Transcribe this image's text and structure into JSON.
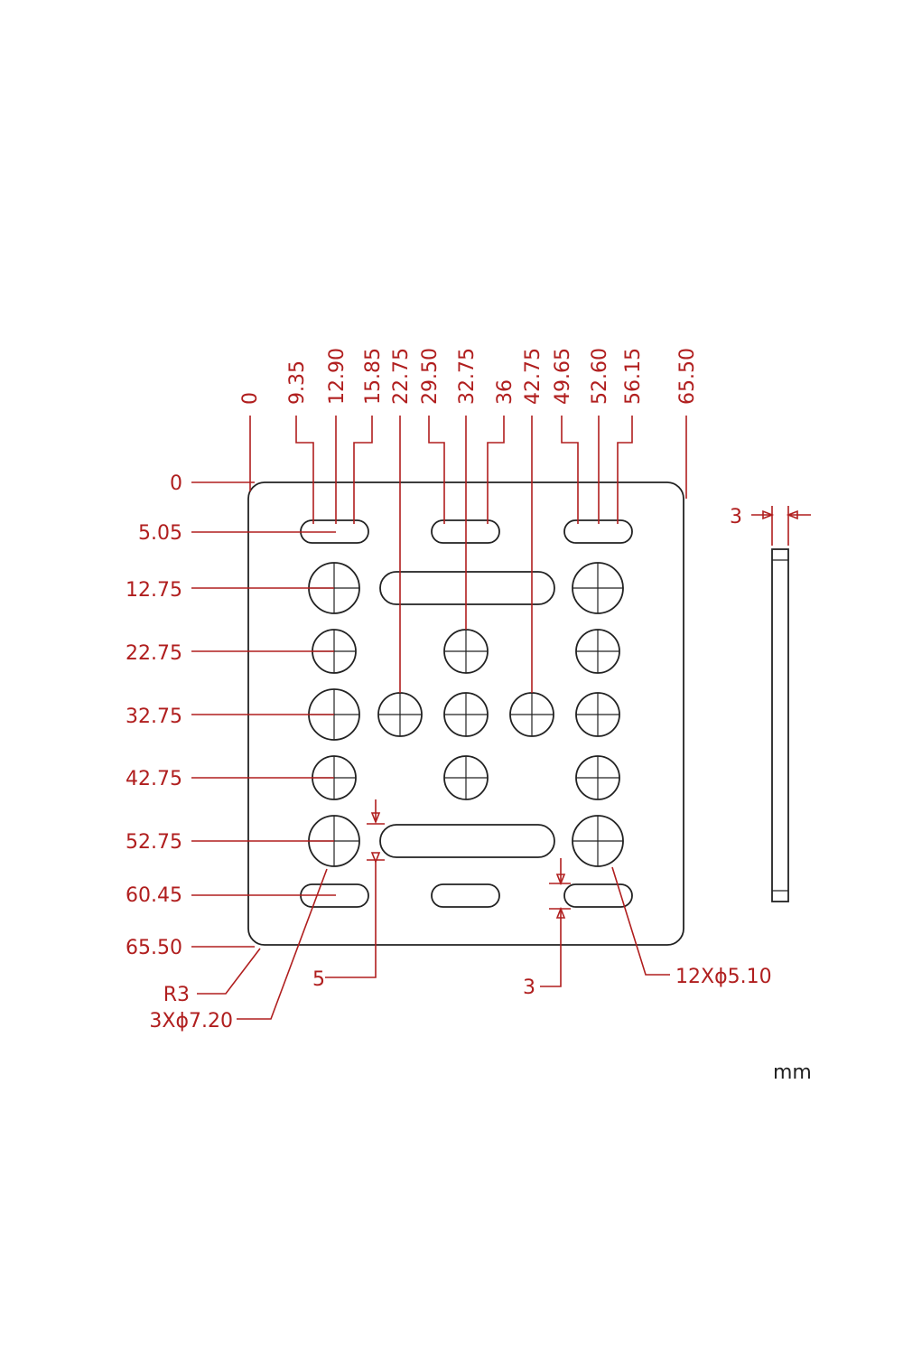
{
  "colors": {
    "dimension": "#b01e1e",
    "outline": "#222222",
    "background": "#ffffff"
  },
  "x_dims": [
    "0",
    "9.35",
    "12.90",
    "15.85",
    "22.75",
    "29.50",
    "32.75",
    "36",
    "42.75",
    "49.65",
    "52.60",
    "56.15",
    "65.50"
  ],
  "y_dims": [
    "0",
    "5.05",
    "12.75",
    "22.75",
    "32.75",
    "42.75",
    "52.75",
    "60.45",
    "65.50"
  ],
  "callouts": {
    "radius": "R3",
    "large_holes": "3Xϕ7.20",
    "small_holes": "12Xϕ5.10",
    "slot_gap_5": "5",
    "slot_gap_3": "3",
    "thickness": "3"
  },
  "unit": "mm"
}
